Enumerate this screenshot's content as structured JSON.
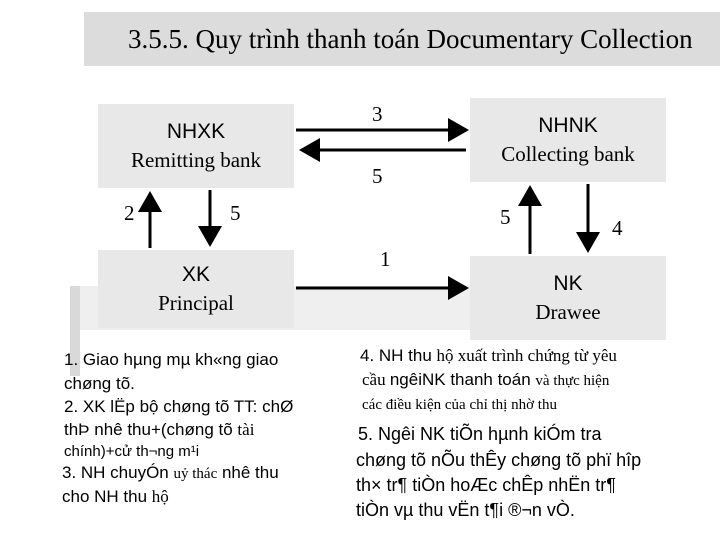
{
  "title": "3.5.5. Quy trình thanh toán Documentary Collection",
  "boxes": {
    "nhxk": {
      "line1": "NHXK",
      "line2": "Remitting bank"
    },
    "nhnk": {
      "line1": "NHNK",
      "line2": "Collecting bank"
    },
    "xk": {
      "line1": "XK",
      "line2": "Principal"
    },
    "nk": {
      "line1": "NK",
      "line2": "Drawee"
    }
  },
  "step_labels": {
    "top": "3",
    "middle": "5",
    "left_down": "2",
    "left_up": "5",
    "center_bottom": "1",
    "right_up": "5",
    "right_down": "4"
  },
  "notes": {
    "n1_a": "1. Giao hµng mµ kh«ng giao",
    "n1_b": "chøng tõ.",
    "n2_a": "2. XK lËp bộ chøng tõ TT: chØ",
    "n2_b_1": "thÞ nhê thu+(chøng tõ ",
    "n2_b_2": "tài",
    "n2_c": "chính)+cử th­¬ng m¹i",
    "n3_a_1": "3. NH chuyÓn ",
    "n3_a_2": "uỷ thác",
    "n3_a_3": " nhê thu",
    "n3_b_1": "cho NH thu ",
    "n3_b_2": "hộ",
    "n4_a_1": "4. NH thu ",
    "n4_a_2": "hộ xuất trình chứng từ yêu",
    "n4_b_1": "cầu ",
    "n4_b_2": "ng­êiNK thanh toán ",
    "n4_b_3": "và thực hiện",
    "n4_c": "các điều kiện của chỉ thị nhờ thu",
    "n5_a": "5.  Ng­êi  NK  tiÕn  hµnh  kiÓm  tra",
    "n5_b": "chøng tõ nÕu thÊy chøng tõ phï hîp",
    "n5_c": "th× tr¶ tiÒn hoÆc chÊp nhËn tr¶",
    "n5_d": "tiÒn vµ thu vËn t¶i ®¬n vÒ."
  }
}
